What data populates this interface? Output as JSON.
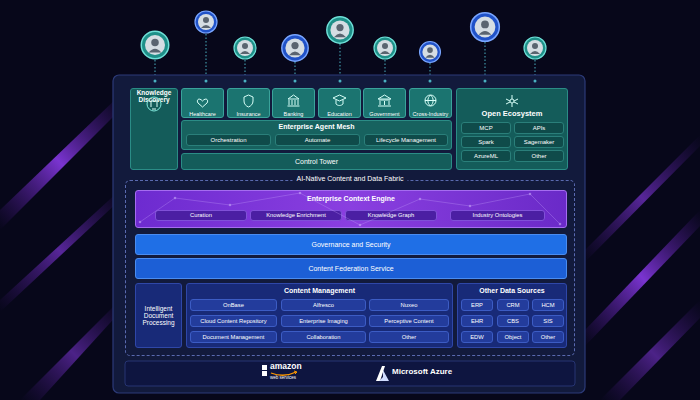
{
  "diagram": {
    "nodes": [
      {
        "text": [
          "Knowledge Discovery"
        ]
      },
      {
        "text": [
          "Healthcare"
        ]
      },
      {
        "text": [
          "Insurance"
        ]
      },
      {
        "text": [
          "Banking"
        ]
      },
      {
        "text": [
          "Education"
        ]
      },
      {
        "text": [
          "Government"
        ]
      },
      {
        "text": [
          "Cross-Industry"
        ]
      },
      {
        "text": [
          "Enterprise Agent Mesh"
        ]
      },
      {
        "text": [
          "Orchestration"
        ],
        "in": 7
      },
      {
        "text": [
          "Automate"
        ],
        "in": 7
      },
      {
        "text": [
          "Lifecycle Management"
        ],
        "in": 7
      },
      {
        "text": [
          "Control Tower"
        ]
      },
      {
        "text": [
          "Open Ecosystem"
        ]
      },
      {
        "text": [
          "MCP"
        ],
        "in": 12
      },
      {
        "text": [
          "APIs"
        ],
        "in": 12
      },
      {
        "text": [
          "Spark"
        ],
        "in": 12
      },
      {
        "text": [
          "Sagemaker"
        ],
        "in": 12
      },
      {
        "text": [
          "AzureML"
        ],
        "in": 12
      },
      {
        "text": [
          "Other"
        ],
        "in": 12
      },
      {
        "text": [
          "AI-Native Content and Data Fabric"
        ]
      },
      {
        "text": [
          "Enterprise Context Engine"
        ],
        "in": 19
      },
      {
        "text": [
          "Curation"
        ],
        "in": 20
      },
      {
        "text": [
          "Knowledge Enrichment"
        ],
        "in": 20
      },
      {
        "text": [
          "Knowledge Graph"
        ],
        "in": 20
      },
      {
        "text": [
          "Industry Ontologies"
        ],
        "in": 20
      },
      {
        "text": [
          "Governance and Security"
        ],
        "in": 19
      },
      {
        "text": [
          "Content Federation Service"
        ],
        "in": 19
      },
      {
        "text": [
          "Intelligent Document Processing"
        ],
        "in": 19
      },
      {
        "text": [
          "Content Management"
        ],
        "in": 19
      },
      {
        "text": [
          "OnBase"
        ],
        "in": 28
      },
      {
        "text": [
          "Alfresco"
        ],
        "in": 28
      },
      {
        "text": [
          "Nuxeo"
        ],
        "in": 28
      },
      {
        "text": [
          "Cloud Content Repository"
        ],
        "in": 28
      },
      {
        "text": [
          "Enterprise Imaging"
        ],
        "in": 28
      },
      {
        "text": [
          "Perceptive Content"
        ],
        "in": 28
      },
      {
        "text": [
          "Document Management"
        ],
        "in": 28
      },
      {
        "text": [
          "Collaboration"
        ],
        "in": 28
      },
      {
        "text": [
          "Other"
        ],
        "in": 28
      },
      {
        "text": [
          "Other Data Sources"
        ],
        "in": 19
      },
      {
        "text": [
          "ERP"
        ],
        "in": 38
      },
      {
        "text": [
          "CRM"
        ],
        "in": 38
      },
      {
        "text": [
          "HCM"
        ],
        "in": 38
      },
      {
        "text": [
          "EHR"
        ],
        "in": 38
      },
      {
        "text": [
          "CBS"
        ],
        "in": 38
      },
      {
        "text": [
          "SIS"
        ],
        "in": 38
      },
      {
        "text": [
          "EDW"
        ],
        "in": 38
      },
      {
        "text": [
          "Object"
        ],
        "in": 38
      },
      {
        "text": [
          "Other"
        ],
        "in": 38
      }
    ],
    "labels": [
      "amazon",
      "web services",
      "Microsoft Azure"
    ]
  }
}
